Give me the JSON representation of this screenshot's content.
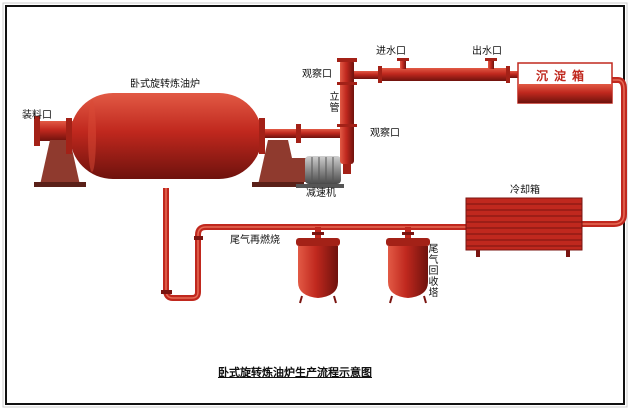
{
  "labels": {
    "loading_port": "装料口",
    "reactor": "卧式旋转炼油炉",
    "observation_port_top": "观察口",
    "observation_port_bottom": "观察口",
    "standpipe": "立管",
    "water_inlet": "进水口",
    "water_outlet": "出水口",
    "settling_tank": "沉淀箱",
    "reducer": "减速机",
    "cooling_box": "冷却箱",
    "tail_gas_reburn": "尾气再燃烧",
    "tail_gas_recovery_tower": "尾气回收塔"
  },
  "caption": "卧式旋转炼油炉生产流程示意图",
  "colors": {
    "equipment": "#c0281e",
    "equipment_dark": "#7a1410",
    "base": "#8f3a2e",
    "motor": "#8c8c8c",
    "frame": "#111111"
  }
}
